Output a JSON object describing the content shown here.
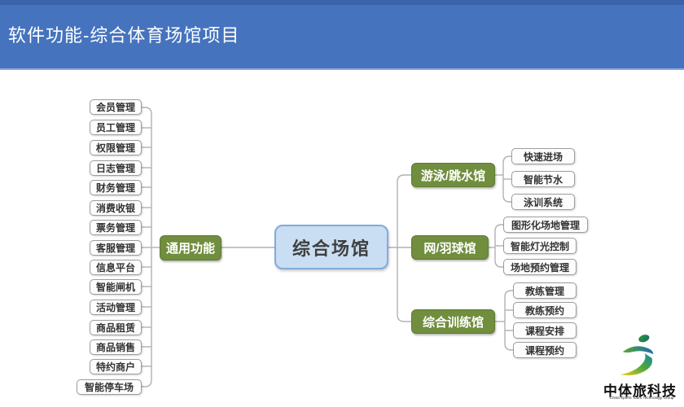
{
  "slide": {
    "title": "软件功能-综合体育场馆项目"
  },
  "mindmap": {
    "root": {
      "label": "综合场馆"
    },
    "left_branch": {
      "label": "通用功能",
      "items": [
        "会员管理",
        "员工管理",
        "权限管理",
        "日志管理",
        "财务管理",
        "消费收银",
        "票务管理",
        "客服管理",
        "信息平台",
        "智能闸机",
        "活动管理",
        "商品租赁",
        "商品销售",
        "特约商户",
        "智能停车场"
      ]
    },
    "right_branches": [
      {
        "label": "游泳/跳水馆",
        "children": [
          "快速进场",
          "智能节水",
          "泳训系统"
        ]
      },
      {
        "label": "网/羽球馆",
        "children": [
          "图形化场地管理",
          "智能灯光控制",
          "场地预约管理"
        ]
      },
      {
        "label": "综合训练馆",
        "children": [
          "教练管理",
          "教练预约",
          "课程安排",
          "课程预约"
        ]
      }
    ]
  },
  "logo": {
    "name": "中体旅科技",
    "tagline": "China Sports Tours Technology Group",
    "icon": "running-figure-swoosh"
  },
  "colors": {
    "header_blue": "#4573be",
    "header_accent": "#3a63a9",
    "branch_green": "#708e3d",
    "root_fill": "#c9def2",
    "root_border": "#84a9dc",
    "leaf_border": "#9d9d9d",
    "connector": "#b2b2b2"
  }
}
